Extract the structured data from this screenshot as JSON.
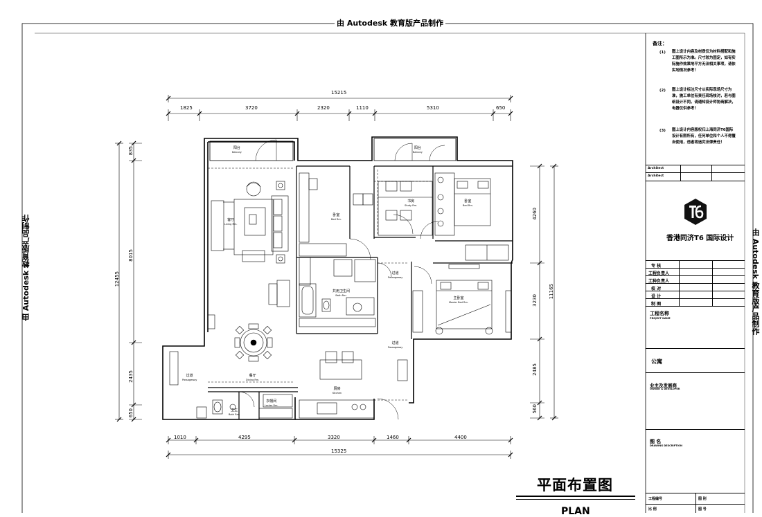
{
  "watermark": "由 Autodesk 教育版产品制作",
  "dims": {
    "top_total": "15215",
    "top": [
      "1825",
      "3720",
      "2320",
      "1110",
      "5310",
      "650"
    ],
    "bottom": [
      "1010",
      "4295",
      "3320",
      "1460",
      "4400"
    ],
    "bottom_total": "15325",
    "left_total": "12455",
    "left": [
      "835",
      "8015",
      "2435",
      "650"
    ],
    "right_total": "11165",
    "right": [
      "4260",
      "3230",
      "2485",
      "560"
    ]
  },
  "rooms": {
    "balcony_left": "阳台",
    "balcony_left_en": "Balcony",
    "balcony_right": "阳台",
    "balcony_right_en": "Balcony",
    "living": "客厅",
    "living_en": "Living Rm.",
    "bed": "卧室",
    "bed_en": "Bed Rm.",
    "study": "书房",
    "study_en": "Study Rm.",
    "bed2": "卧室",
    "bed2_en": "Bed Rm.",
    "bath": "共用卫生间",
    "bath_en": "Bath Rm.",
    "corridor1": "过道",
    "corridor1_en": "Passageway",
    "master": "主卧室",
    "master_en": "Master Bed Rm.",
    "corridor2": "过道",
    "corridor2_en": "Passageway",
    "corridor3": "过道",
    "corridor3_en": "Passageway",
    "dining": "餐厅",
    "dining_en": "Dining Rm.",
    "kitchen": "厨房",
    "kitchen_en": "Kitchen",
    "wc": "卫生",
    "wc_en": "Bath Rm.",
    "locker": "衣帽间",
    "locker_en": "Locker Rm."
  },
  "title": {
    "cn": "平面布置图",
    "en": "PLAN"
  },
  "title_block": {
    "notes_title": "备注：",
    "notes": [
      {
        "num": "(1)",
        "text": "图上设计内容及材质仅为材料搭配和施工图所示为准。尺寸较为固定，如有实际施作效果地平方无法相关事项，请依实地情况参考！"
      },
      {
        "num": "(2)",
        "text": "图上设计标注尺寸以实际现场尺寸为准，施工单位有责任现场核对，若与图纸设计不同，请通知设计师协商解决，电器仅供参考！"
      },
      {
        "num": "(3)",
        "text": "图上设计内容版权归上海同济T6国际设计有限所有，任何单位和个人不得擅自使用，违者将追究法律责任！"
      }
    ],
    "architect1": "Architect",
    "architect2": "Architect",
    "brand": "香港同济T6 国际设计",
    "rows": [
      "专  核",
      "工程负责人",
      "工种负责人",
      "校  对",
      "设  计",
      "制  图"
    ],
    "project_label": "工程名称",
    "project_label_en": "PROJECT NAME",
    "project_value": "公寓",
    "owner_label": "业主及发展商",
    "owner_label_en": "OWNER & DEVELOPER",
    "drawing_label": "图  名",
    "drawing_label_en": "DRAWING DESCRIPTION",
    "bottom_row1_a": "工程编号",
    "bottom_row1_b": "图  别",
    "bottom_row2_a": "比  例",
    "bottom_row2_b": "图  号"
  }
}
